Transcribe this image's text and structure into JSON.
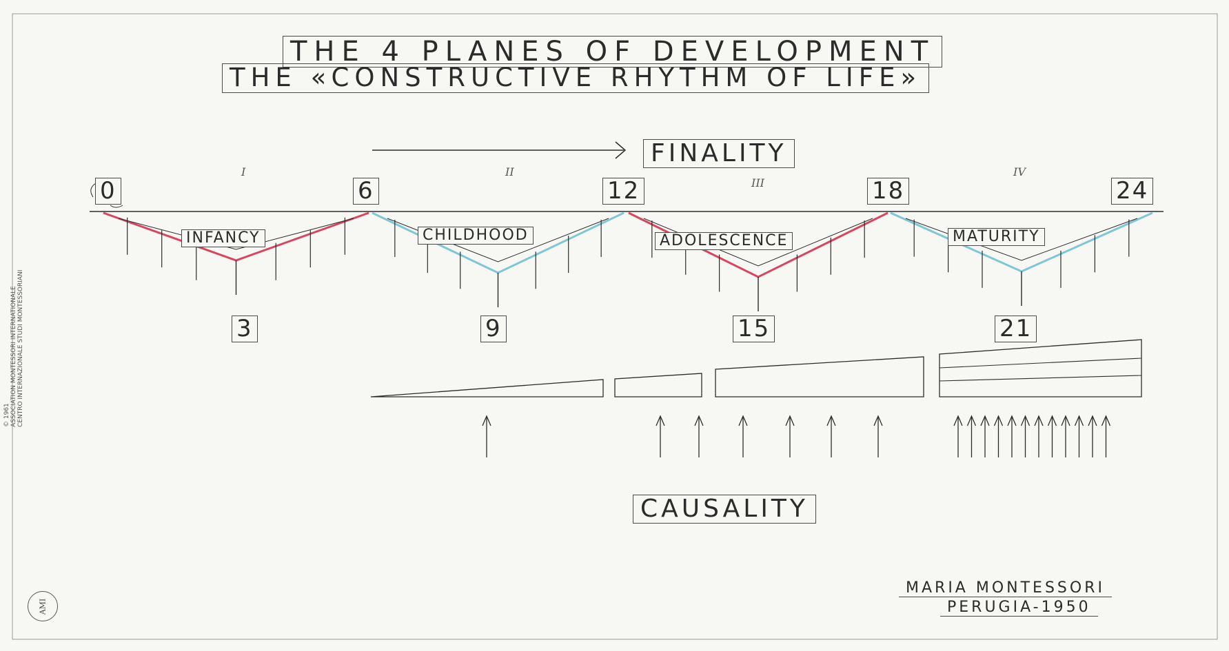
{
  "title": "THE 4 PLANES OF DEVELOPMENT",
  "subtitle": "THE «CONSTRUCTIVE RHYTHM OF LIFE»",
  "finality": "FINALITY",
  "causality": "CAUSALITY",
  "ages": [
    "0",
    "6",
    "12",
    "18",
    "24"
  ],
  "mid_ages": [
    "3",
    "9",
    "15",
    "21"
  ],
  "planes": [
    {
      "numeral": "I",
      "label": "INFANCY",
      "style": "red"
    },
    {
      "numeral": "II",
      "label": "CHILDHOOD",
      "style": "blue"
    },
    {
      "numeral": "III",
      "label": "ADOLESCENCE",
      "style": "red"
    },
    {
      "numeral": "IV",
      "label": "MATURITY",
      "style": "blue"
    }
  ],
  "arrow_counts": [
    1,
    2,
    4,
    12
  ],
  "signature": {
    "name": "MARIA MONTESSORI",
    "place": "PERUGIA-1950"
  },
  "copyright_lines": [
    "© 1961",
    "ASSOCIATION MONTESSORI INTERNATIONALE",
    "CENTRO INTERNAZIONALE STUDI MONTESSORIANI"
  ],
  "logo_text": "AMI",
  "colors": {
    "red": "#d9455f",
    "blue": "#7fc6d6",
    "ink": "#2b2b2b",
    "paper": "#f7f7f3"
  }
}
